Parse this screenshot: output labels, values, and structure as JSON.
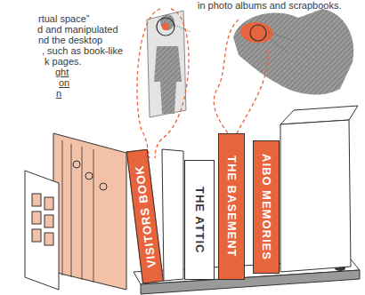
{
  "diagram": {
    "nodes": [
      {
        "text": [
          "VISITORS BOOK"
        ]
      },
      {
        "text": [
          "THE ATTIC"
        ]
      },
      {
        "text": [
          "THE BASEMENT"
        ]
      },
      {
        "text": [
          "AIBO MEMORIES"
        ]
      }
    ],
    "labels": [
      "in photo albums and scrapbooks.",
      "rtual space”",
      "d and manipulated",
      "nd the desktop",
      ", such as book-like",
      "k pages.",
      "ght",
      "on",
      "n"
    ]
  }
}
